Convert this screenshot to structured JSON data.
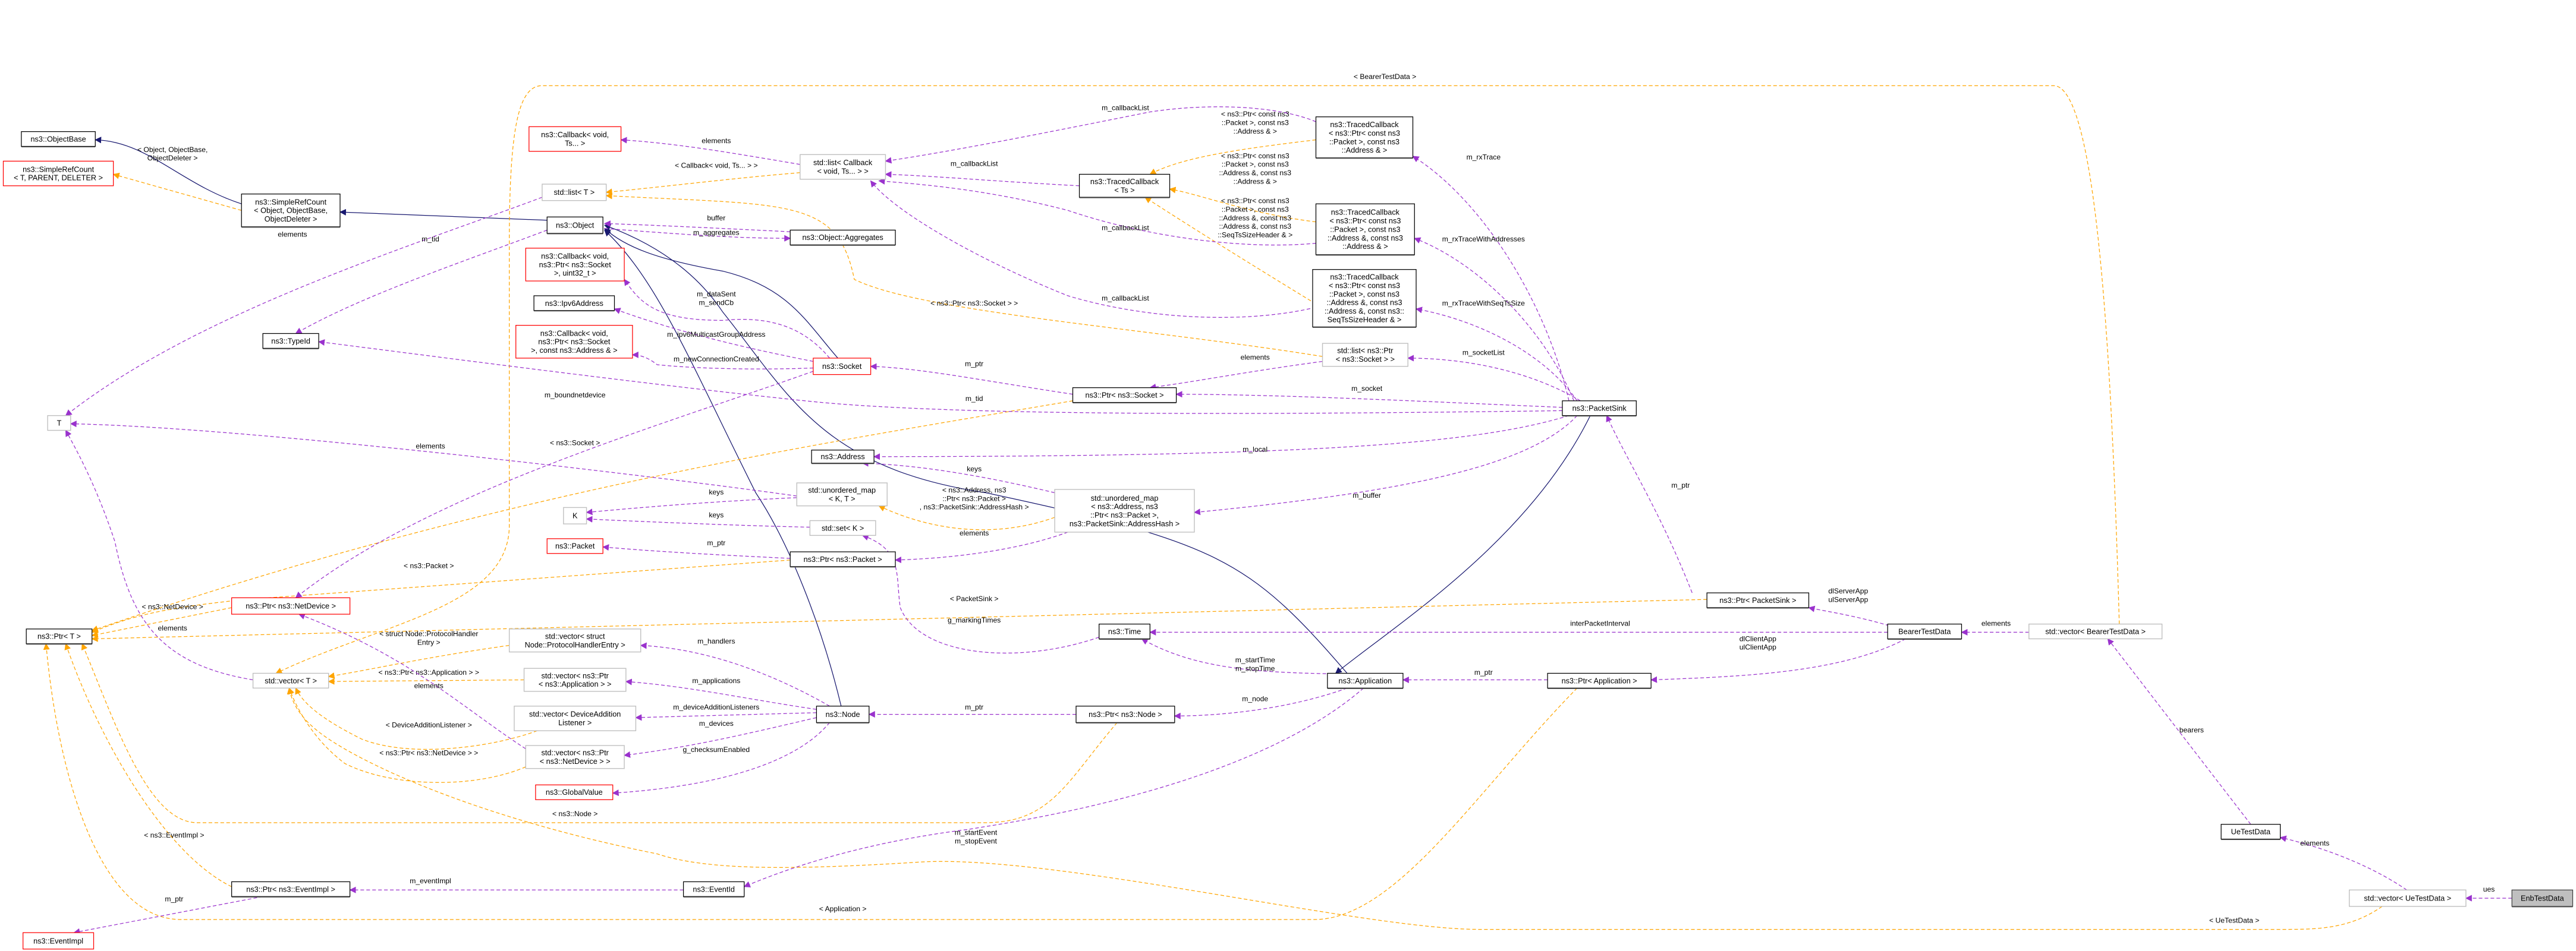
{
  "title": "EnbTestData collaboration diagram",
  "colors": {
    "usage_edge": "#9a32cd",
    "template_edge": "#ffa500",
    "inheritance_edge": "#191970",
    "undocumented_border": "#ff0000",
    "external_border": "#bfbfbf",
    "root_fill": "#bfbfbf"
  },
  "nodes": [
    {
      "id": "objbase",
      "kind": "class",
      "label": [
        "ns3::ObjectBase"
      ]
    },
    {
      "id": "src_tpd",
      "kind": "undocumented",
      "label": [
        "ns3::SimpleRefCount",
        "< T, PARENT, DELETER >"
      ]
    },
    {
      "id": "src_obj",
      "kind": "class",
      "label": [
        "ns3::SimpleRefCount",
        "< Object, ObjectBase,",
        "ObjectDeleter >"
      ]
    },
    {
      "id": "cb_ts",
      "kind": "undocumented",
      "label": [
        "ns3::Callback< void,",
        "Ts... >"
      ]
    },
    {
      "id": "list_t",
      "kind": "external",
      "label": [
        "std::list< T >"
      ]
    },
    {
      "id": "object",
      "kind": "class",
      "label": [
        "ns3::Object"
      ]
    },
    {
      "id": "cb_u32",
      "kind": "undocumented",
      "label": [
        "ns3::Callback< void,",
        "ns3::Ptr< ns3::Socket",
        ">, uint32_t >"
      ]
    },
    {
      "id": "ipv6",
      "kind": "class",
      "label": [
        "ns3::Ipv6Address"
      ]
    },
    {
      "id": "cb_addr",
      "kind": "undocumented",
      "label": [
        "ns3::Callback< void,",
        "ns3::Ptr< ns3::Socket",
        ">, const ns3::Address & >"
      ]
    },
    {
      "id": "typeid",
      "kind": "class",
      "label": [
        "ns3::TypeId"
      ]
    },
    {
      "id": "T",
      "kind": "external",
      "label": [
        "T"
      ]
    },
    {
      "id": "socket",
      "kind": "undocumented",
      "label": [
        "ns3::Socket"
      ]
    },
    {
      "id": "list_cb",
      "kind": "external",
      "label": [
        "std::list< Callback",
        "< void, Ts... > >"
      ]
    },
    {
      "id": "aggr",
      "kind": "class",
      "label": [
        "ns3::Object::Aggregates"
      ]
    },
    {
      "id": "tc_ts",
      "kind": "class",
      "label": [
        "ns3::TracedCallback",
        "< Ts >"
      ]
    },
    {
      "id": "tc1",
      "kind": "class",
      "label": [
        "ns3::TracedCallback",
        "< ns3::Ptr< const ns3",
        "::Packet >, const ns3",
        "::Address & >"
      ]
    },
    {
      "id": "tc2",
      "kind": "class",
      "label": [
        "ns3::TracedCallback",
        "< ns3::Ptr< const ns3",
        "::Packet >, const ns3",
        "::Address &, const ns3",
        "::Address & >"
      ]
    },
    {
      "id": "tc3",
      "kind": "class",
      "label": [
        "ns3::TracedCallback",
        "< ns3::Ptr< const ns3",
        "::Packet >, const ns3",
        "::Address &, const ns3",
        "::Address &, const ns3::",
        "SeqTsSizeHeader & >"
      ]
    },
    {
      "id": "list_ps",
      "kind": "external",
      "label": [
        "std::list< ns3::Ptr",
        "< ns3::Socket > >"
      ]
    },
    {
      "id": "psink",
      "kind": "class",
      "label": [
        "ns3::PacketSink"
      ]
    },
    {
      "id": "ptr_sock",
      "kind": "class",
      "label": [
        "ns3::Ptr< ns3::Socket >"
      ]
    },
    {
      "id": "address",
      "kind": "class",
      "label": [
        "ns3::Address"
      ]
    },
    {
      "id": "umap_kt",
      "kind": "external",
      "label": [
        "std::unordered_map",
        "< K, T >"
      ]
    },
    {
      "id": "K",
      "kind": "external",
      "label": [
        "K"
      ]
    },
    {
      "id": "umap_big",
      "kind": "external",
      "label": [
        "std::unordered_map",
        "< ns3::Address, ns3",
        "::Ptr< ns3::Packet >,",
        "ns3::PacketSink::AddressHash >"
      ]
    },
    {
      "id": "set_k",
      "kind": "external",
      "label": [
        "std::set< K >"
      ]
    },
    {
      "id": "packet",
      "kind": "undocumented",
      "label": [
        "ns3::Packet"
      ]
    },
    {
      "id": "ptr_pkt",
      "kind": "class",
      "label": [
        "ns3::Ptr< ns3::Packet >"
      ]
    },
    {
      "id": "ptr_nd",
      "kind": "undocumented",
      "label": [
        "ns3::Ptr< ns3::NetDevice >"
      ]
    },
    {
      "id": "ptr_t",
      "kind": "class",
      "label": [
        "ns3::Ptr< T >"
      ]
    },
    {
      "id": "ptr_ps",
      "kind": "class",
      "label": [
        "ns3::Ptr< PacketSink >"
      ]
    },
    {
      "id": "time",
      "kind": "class",
      "label": [
        "ns3::Time"
      ]
    },
    {
      "id": "btd",
      "kind": "class",
      "label": [
        "BearerTestData"
      ]
    },
    {
      "id": "vec_btd",
      "kind": "external",
      "label": [
        "std::vector< BearerTestData >"
      ]
    },
    {
      "id": "vec_phe",
      "kind": "external",
      "label": [
        "std::vector< struct",
        "Node::ProtocolHandlerEntry >"
      ]
    },
    {
      "id": "vec_t",
      "kind": "external",
      "label": [
        "std::vector< T >"
      ]
    },
    {
      "id": "vec_app",
      "kind": "external",
      "label": [
        "std::vector< ns3::Ptr",
        "< ns3::Application > >"
      ]
    },
    {
      "id": "app",
      "kind": "class",
      "label": [
        "ns3::Application"
      ]
    },
    {
      "id": "ptr_app",
      "kind": "class",
      "label": [
        "ns3::Ptr< Application >"
      ]
    },
    {
      "id": "vec_dal",
      "kind": "external",
      "label": [
        "std::vector< DeviceAddition",
        "Listener >"
      ]
    },
    {
      "id": "node",
      "kind": "class",
      "label": [
        "ns3::Node"
      ]
    },
    {
      "id": "ptr_node",
      "kind": "class",
      "label": [
        "ns3::Ptr< ns3::Node >"
      ]
    },
    {
      "id": "vec_nd",
      "kind": "external",
      "label": [
        "std::vector< ns3::Ptr",
        "< ns3::NetDevice > >"
      ]
    },
    {
      "id": "gv",
      "kind": "undocumented",
      "label": [
        "ns3::GlobalValue"
      ]
    },
    {
      "id": "ue",
      "kind": "class",
      "label": [
        "UeTestData"
      ]
    },
    {
      "id": "eventid",
      "kind": "class",
      "label": [
        "ns3::EventId"
      ]
    },
    {
      "id": "ptr_ei",
      "kind": "class",
      "label": [
        "ns3::Ptr< ns3::EventImpl >"
      ]
    },
    {
      "id": "vec_ue",
      "kind": "external",
      "label": [
        "std::vector< UeTestData >"
      ]
    },
    {
      "id": "enb",
      "kind": "root",
      "label": [
        "EnbTestData"
      ]
    },
    {
      "id": "eventimpl",
      "kind": "undocumented",
      "label": [
        "ns3::EventImpl"
      ]
    }
  ],
  "edges": [
    {
      "kind": "inheritance",
      "label": []
    },
    {
      "kind": "inheritance",
      "label": []
    },
    {
      "kind": "inheritance",
      "label": []
    },
    {
      "kind": "inheritance",
      "label": []
    },
    {
      "kind": "inheritance",
      "label": []
    },
    {
      "kind": "inheritance",
      "label": []
    },
    {
      "kind": "template",
      "label": [
        "< Object, ObjectBase,",
        "ObjectDeleter >"
      ]
    },
    {
      "kind": "template",
      "label": [
        "< Callback< void, Ts... > >"
      ]
    },
    {
      "kind": "template",
      "label": [
        "< ns3::Ptr< ns3::Socket > >"
      ]
    },
    {
      "kind": "template",
      "label": [
        "< ns3::Ptr< const ns3",
        "::Packet >, const ns3",
        "::Address & >"
      ]
    },
    {
      "kind": "template",
      "label": [
        "< ns3::Ptr< const ns3",
        "::Packet >, const ns3",
        "::Address &, const ns3",
        "::Address & >"
      ]
    },
    {
      "kind": "template",
      "label": [
        "< ns3::Ptr< const ns3",
        "::Packet >, const ns3",
        "::Address &, const ns3",
        "::Address &, const ns3",
        "::SeqTsSizeHeader & >"
      ]
    },
    {
      "kind": "template",
      "label": [
        "< ns3::Socket >"
      ]
    },
    {
      "kind": "template",
      "label": [
        "< ns3::Address, ns3",
        "::Ptr< ns3::Packet >",
        ", ns3::PacketSink::AddressHash >"
      ]
    },
    {
      "kind": "template",
      "label": [
        "< ns3::Packet >"
      ]
    },
    {
      "kind": "template",
      "label": [
        "< ns3::NetDevice >"
      ]
    },
    {
      "kind": "template",
      "label": [
        "< PacketSink >"
      ]
    },
    {
      "kind": "template",
      "label": [
        "< BearerTestData >"
      ]
    },
    {
      "kind": "template",
      "label": [
        "< struct Node::ProtocolHandler",
        "Entry >"
      ]
    },
    {
      "kind": "template",
      "label": [
        "< ns3::Ptr< ns3::Application > >"
      ]
    },
    {
      "kind": "template",
      "label": [
        "< DeviceAdditionListener >"
      ]
    },
    {
      "kind": "template",
      "label": [
        "< ns3::Ptr< ns3::NetDevice > >"
      ]
    },
    {
      "kind": "template",
      "label": [
        "< ns3::Node >"
      ]
    },
    {
      "kind": "template",
      "label": [
        "< ns3::EventImpl >"
      ]
    },
    {
      "kind": "template",
      "label": [
        "< Application >"
      ]
    },
    {
      "kind": "template",
      "label": [
        "< UeTestData >"
      ]
    },
    {
      "kind": "usage",
      "label": [
        "elements"
      ]
    },
    {
      "kind": "usage",
      "label": [
        "m_tid"
      ]
    },
    {
      "kind": "usage",
      "label": [
        "buffer"
      ]
    },
    {
      "kind": "usage",
      "label": [
        "m_aggregates"
      ]
    },
    {
      "kind": "usage",
      "label": [
        "elements"
      ]
    },
    {
      "kind": "usage",
      "label": [
        "m_callbackList"
      ]
    },
    {
      "kind": "usage",
      "label": [
        "m_callbackList"
      ]
    },
    {
      "kind": "usage",
      "label": [
        "m_callbackList"
      ]
    },
    {
      "kind": "usage",
      "label": [
        "m_callbackList"
      ]
    },
    {
      "kind": "usage",
      "label": [
        "m_rxTrace"
      ]
    },
    {
      "kind": "usage",
      "label": [
        "m_rxTraceWithAddresses"
      ]
    },
    {
      "kind": "usage",
      "label": [
        "m_rxTraceWithSeqTsSize"
      ]
    },
    {
      "kind": "usage",
      "label": [
        "m_socketList"
      ]
    },
    {
      "kind": "usage",
      "label": [
        "m_socket"
      ]
    },
    {
      "kind": "usage",
      "label": [
        "m_tid"
      ]
    },
    {
      "kind": "usage",
      "label": [
        "m_local"
      ]
    },
    {
      "kind": "usage",
      "label": [
        "m_buffer"
      ]
    },
    {
      "kind": "usage",
      "label": [
        "elements"
      ]
    },
    {
      "kind": "usage",
      "label": [
        "m_ptr"
      ]
    },
    {
      "kind": "usage",
      "label": [
        "m_dataSent",
        "m_sendCb"
      ]
    },
    {
      "kind": "usage",
      "label": [
        "m_ipv6MulticastGroupAddress"
      ]
    },
    {
      "kind": "usage",
      "label": [
        "m_newConnectionCreated"
      ]
    },
    {
      "kind": "usage",
      "label": [
        "m_boundnetdevice"
      ]
    },
    {
      "kind": "usage",
      "label": [
        "elements"
      ]
    },
    {
      "kind": "usage",
      "label": [
        "keys"
      ]
    },
    {
      "kind": "usage",
      "label": [
        "keys"
      ]
    },
    {
      "kind": "usage",
      "label": [
        "keys"
      ]
    },
    {
      "kind": "usage",
      "label": [
        "elements"
      ]
    },
    {
      "kind": "usage",
      "label": [
        "m_ptr"
      ]
    },
    {
      "kind": "usage",
      "label": [
        "g_markingTimes"
      ]
    },
    {
      "kind": "usage",
      "label": [
        "dlServerApp",
        "ulServerApp"
      ]
    },
    {
      "kind": "usage",
      "label": [
        "interPacketInterval"
      ]
    },
    {
      "kind": "usage",
      "label": [
        "dlClientApp",
        "ulClientApp"
      ]
    },
    {
      "kind": "usage",
      "label": [
        "elements"
      ]
    },
    {
      "kind": "usage",
      "label": [
        "bearers"
      ]
    },
    {
      "kind": "usage",
      "label": [
        "elements"
      ]
    },
    {
      "kind": "usage",
      "label": [
        "ues"
      ]
    },
    {
      "kind": "usage",
      "label": [
        "m_ptr"
      ]
    },
    {
      "kind": "usage",
      "label": [
        "m_startTime",
        "m_stopTime"
      ]
    },
    {
      "kind": "usage",
      "label": [
        "m_ptr"
      ]
    },
    {
      "kind": "usage",
      "label": [
        "m_node"
      ]
    },
    {
      "kind": "usage",
      "label": [
        "m_ptr"
      ]
    },
    {
      "kind": "usage",
      "label": [
        "m_handlers"
      ]
    },
    {
      "kind": "usage",
      "label": [
        "m_applications"
      ]
    },
    {
      "kind": "usage",
      "label": [
        "m_deviceAdditionListeners"
      ]
    },
    {
      "kind": "usage",
      "label": [
        "m_devices"
      ]
    },
    {
      "kind": "usage",
      "label": [
        "g_checksumEnabled"
      ]
    },
    {
      "kind": "usage",
      "label": [
        "elements"
      ]
    },
    {
      "kind": "usage",
      "label": [
        "elements"
      ]
    },
    {
      "kind": "usage",
      "label": [
        "m_startEvent",
        "m_stopEvent"
      ]
    },
    {
      "kind": "usage",
      "label": [
        "m_eventImpl"
      ]
    },
    {
      "kind": "usage",
      "label": [
        "m_ptr"
      ]
    }
  ]
}
